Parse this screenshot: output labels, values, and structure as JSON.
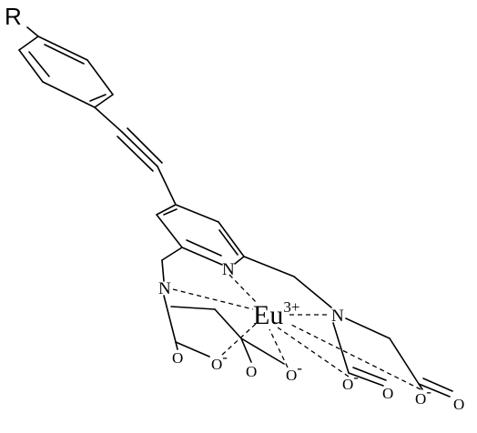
{
  "molecule": {
    "substituent": "R",
    "metal_ion": {
      "symbol": "Eu",
      "charge": "3+"
    },
    "nitrogen": "N",
    "oxygen": "O",
    "anion_mark": "-"
  }
}
